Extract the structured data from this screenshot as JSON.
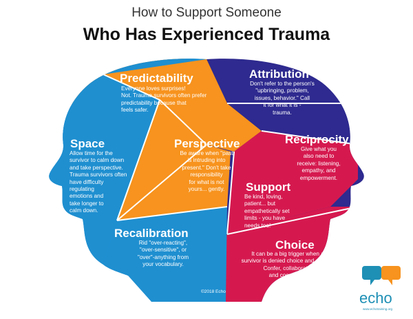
{
  "header": {
    "subtitle": "How to Support Someone",
    "title": "Who Has Experienced Trauma"
  },
  "sections": {
    "predictability": {
      "title": "Predictability",
      "text": "Everyone loves surprises!\nNot. Trauma survivors often prefer\npredictability because that\nfeels safer."
    },
    "space": {
      "title": "Space",
      "text": "Allow time for the\nsurvivor to calm down\nand take perspective.\nTrauma survivors often\nhave difficulty\nregulating\nemotions and\ntake longer to\ncalm down."
    },
    "perspective": {
      "title": "Perspective",
      "text": "Be aware when \"past\nis intruding into\npresent.\" Don't take\nresponsibility\nfor what is not\nyours... gently."
    },
    "recalibration": {
      "title": "Recalibration",
      "text": "Rid \"over-reacting\",\n\"over-sensitive\", or\n\"over\"-anything from\nyour vocabulary."
    },
    "attribution": {
      "title": "Attribution",
      "text": "Don't refer to the person's\n\"upbringing, problem,\nissues, behavior.\" Call\nit for what it is -\ntrauma."
    },
    "reciprocity": {
      "title": "Reciprocity",
      "text": "Give what you\nalso need to\nreceive: listening,\nempathy, and\nempowerment."
    },
    "support": {
      "title": "Support",
      "text": "Be kind, loving,\npatient... but\nempathetically set\nlimits - you have\nneeds too!"
    },
    "choice": {
      "title": "Choice",
      "text": "It can be a big trigger when a\nsurvivor is denied choice and control.\nConfer, collaborate,\nand cooperate."
    }
  },
  "footer": {
    "copyright": "©2018 Echo",
    "logo_word": "echo",
    "logo_url": "www.echotraining.org"
  },
  "colors": {
    "orange": "#f7931e",
    "light_blue": "#1f8fd0",
    "navy": "#2e2a8f",
    "crimson": "#d5194f",
    "logo_blue": "#1e8fb5",
    "logo_orange": "#f7931e"
  }
}
